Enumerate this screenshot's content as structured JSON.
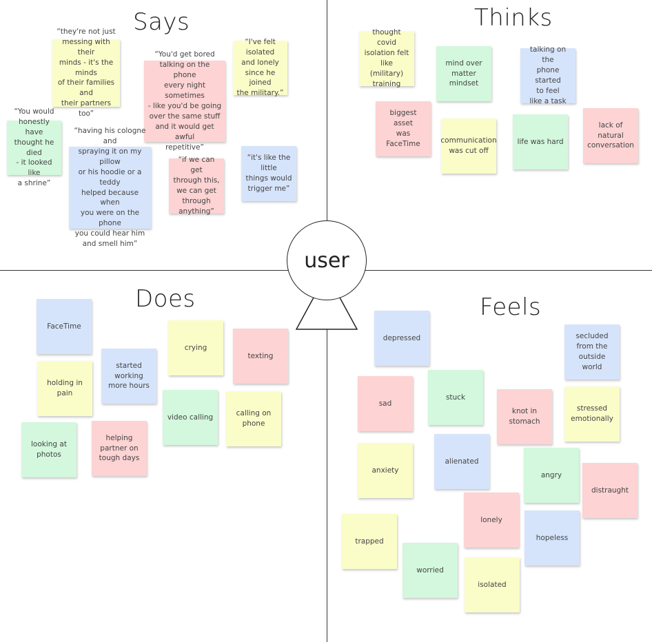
{
  "center": {
    "label": "user"
  },
  "quadrants": [
    {
      "title": "Says",
      "notes": [
        {
          "text": "“they're not just\nmessing with their\nminds - it's the minds\nof their families and\ntheir partners too”",
          "color": "yellow"
        },
        {
          "text": "“I've felt isolated\nand lonely\nsince he joined\nthe military.”",
          "color": "yellow"
        },
        {
          "text": "“You'd get bored\ntalking on the phone\nevery night sometimes\n- like you'd be going\nover the same stuff\nand it would get awful\nrepetitive”",
          "color": "pink"
        },
        {
          "text": "“You would\nhonestly have\nthought he died\n- it looked like\na shrine”",
          "color": "green"
        },
        {
          "text": "“having his cologne and\nspraying it on my pillow\nor his hoodie or a teddy\nhelped because when\nyou were on the phone\nyou could hear him\nand smell him”",
          "color": "blue"
        },
        {
          "text": "“if we can get\nthrough this,\nwe can get\nthrough anything”",
          "color": "pink"
        },
        {
          "text": "“it's like the little\nthings would\ntrigger me”",
          "color": "blue"
        }
      ]
    },
    {
      "title": "Thinks",
      "notes": [
        {
          "text": "thought covid\nisolation felt like\n(military) training",
          "color": "yellow"
        },
        {
          "text": "mind over matter\nmindset",
          "color": "green"
        },
        {
          "text": "talking on the\nphone started\nto feel\nlike a task",
          "color": "blue"
        },
        {
          "text": "biggest asset\nwas FaceTime",
          "color": "pink"
        },
        {
          "text": "communication\nwas cut off",
          "color": "yellow"
        },
        {
          "text": "life was hard",
          "color": "green"
        },
        {
          "text": "lack of natural\nconversation",
          "color": "pink"
        }
      ]
    },
    {
      "title": "Does",
      "notes": [
        {
          "text": "FaceTime",
          "color": "blue"
        },
        {
          "text": "crying",
          "color": "yellow"
        },
        {
          "text": "texting",
          "color": "pink"
        },
        {
          "text": "started\nworking\nmore hours",
          "color": "blue"
        },
        {
          "text": "holding in\npain",
          "color": "yellow"
        },
        {
          "text": "video calling",
          "color": "green"
        },
        {
          "text": "calling on\nphone",
          "color": "yellow"
        },
        {
          "text": "looking at\nphotos",
          "color": "green"
        },
        {
          "text": "helping\npartner on\ntough days",
          "color": "pink"
        }
      ]
    },
    {
      "title": "Feels",
      "notes": [
        {
          "text": "depressed",
          "color": "blue"
        },
        {
          "text": "secluded\nfrom the outside\nworld",
          "color": "blue"
        },
        {
          "text": "sad",
          "color": "pink"
        },
        {
          "text": "stuck",
          "color": "green"
        },
        {
          "text": "knot in\nstomach",
          "color": "pink"
        },
        {
          "text": "stressed\nemotionally",
          "color": "yellow"
        },
        {
          "text": "anxiety",
          "color": "yellow"
        },
        {
          "text": "alienated",
          "color": "blue"
        },
        {
          "text": "angry",
          "color": "green"
        },
        {
          "text": "distraught",
          "color": "pink"
        },
        {
          "text": "lonely",
          "color": "pink"
        },
        {
          "text": "hopeless",
          "color": "blue"
        },
        {
          "text": "trapped",
          "color": "yellow"
        },
        {
          "text": "worried",
          "color": "green"
        },
        {
          "text": "isolated",
          "color": "yellow"
        }
      ]
    }
  ]
}
